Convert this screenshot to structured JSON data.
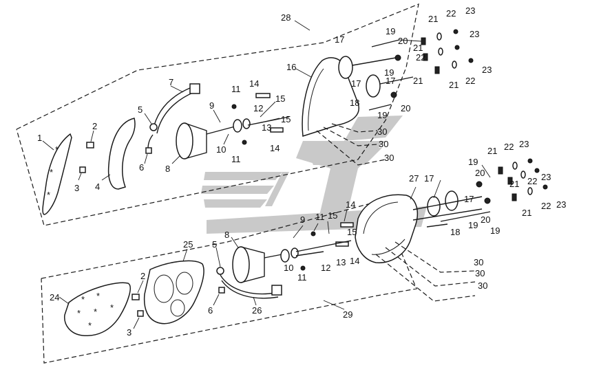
{
  "watermark": {
    "color": "#c6c6c6"
  },
  "callouts": {
    "n1": "1",
    "n2": "2",
    "n3": "3",
    "n4": "4",
    "n5": "5",
    "n6": "6",
    "n7": "7",
    "n8": "8",
    "n9": "9",
    "n10": "10",
    "n11": "11",
    "n12": "12",
    "n13": "13",
    "n14": "14",
    "n15": "15",
    "n16": "16",
    "n17": "17",
    "n18": "18",
    "n19": "19",
    "n20": "20",
    "n21": "21",
    "n22": "22",
    "n23": "23",
    "n24": "24",
    "n25": "25",
    "n26": "26",
    "n27": "27",
    "n28": "28",
    "n29": "29",
    "n30": "30"
  }
}
